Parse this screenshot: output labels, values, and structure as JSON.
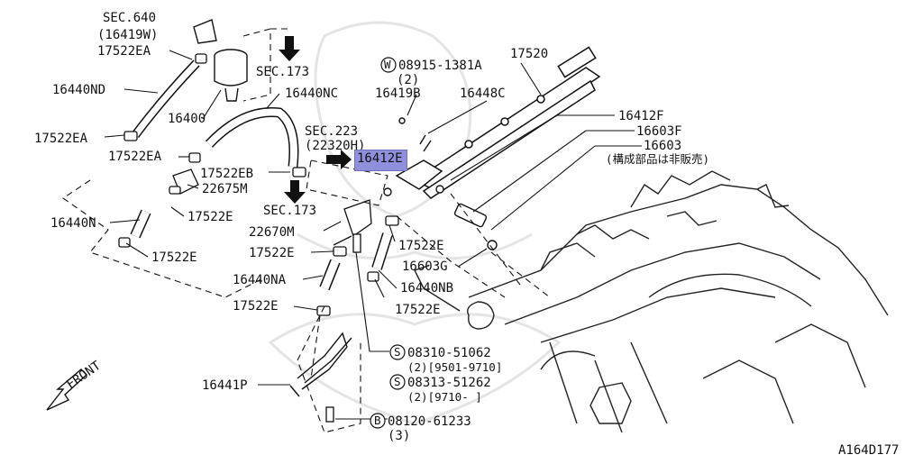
{
  "diagram": {
    "watermark": "crest-watermark",
    "highlighted_part": "16412E",
    "figure_code": "A164D177",
    "front_label": "FRONT",
    "labels": {
      "sec640": "SEC.640",
      "p16419w": "(16419W)",
      "p17522ea_1": "17522EA",
      "sec173_a": "SEC.173",
      "p16440nd": "16440ND",
      "p16440nc": "16440NC",
      "p16400": "16400",
      "p17522ea_2": "17522EA",
      "p17522ea_3": "17522EA",
      "sec223": "SEC.223",
      "p22320h": "(22320H)",
      "p17522eb": "17522EB",
      "p22675m": "22675M",
      "sec173_b": "SEC.173",
      "p17522e_1": "17522E",
      "p16440n": "16440N",
      "p22670m": "22670M",
      "p17522e_2": "17522E",
      "p17522e_3": "17522E",
      "p16440na": "16440NA",
      "p17522e_4": "17522E",
      "p16441p": "16441P",
      "w08915": "08915-1381A",
      "w08915_qty": "(2)",
      "p16419b": "16419B",
      "p16448c": "16448C",
      "p17520": "17520",
      "p16412f": "16412F",
      "p16603f": "16603F",
      "p16603": "16603",
      "p16603_note": "(構成部品は非販売)",
      "p17522e_5": "17522E",
      "p16603g": "16603G",
      "p16440nb": "16440NB",
      "p17522e_6": "17522E",
      "s08310": "08310-51062",
      "s08310_note": "(2)[9501-9710]",
      "s08313": "08313-51262",
      "s08313_note": "(2)[9710-      ]",
      "b08120": "08120-61233",
      "b08120_qty": "(3)",
      "sym_w": "W",
      "sym_s": "S",
      "sym_b": "B"
    }
  }
}
